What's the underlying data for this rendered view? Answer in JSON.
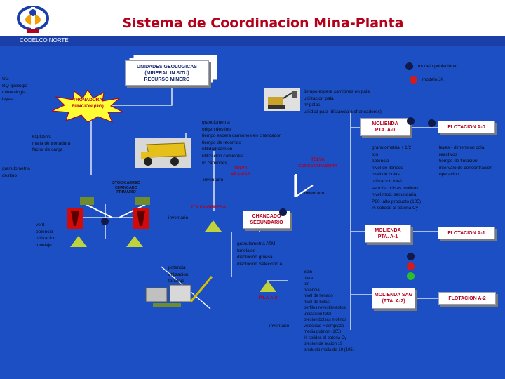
{
  "page": {
    "title": "Sistema de Coordinacion Mina-Planta",
    "org_label": "CODELCO NORTE"
  },
  "colors": {
    "background": "#1c4fc4",
    "topbar": "#1a3fa8",
    "title": "#b3001b",
    "box_border": "#9aa0b8",
    "text": "#0a0a0a",
    "pile": "#c0d33a",
    "dot_navy": "#10194a",
    "dot_red": "#d61a1a",
    "dot_green": "#2bbf2b"
  },
  "legend": {
    "poblacional": "modelo poblacional",
    "jk": "modelo JK"
  },
  "units": {
    "geologicas": "UNIDADES GEOLOGICAS\n(MINERAL IN SITU)\nRECURSO MINERO",
    "tronadura": "TRONADURA\nFUNCION (UG)",
    "molienda_a0": "MOLIENDA\nPTA. A-0",
    "flotacion_a0": "FLOTACION A-0",
    "molienda_a1": "MOLIENDA\nPTA. A-1",
    "flotacion_a1": "FLOTACION A-1",
    "chancado": "CHANCADO\nSECUNDARIO",
    "molienda_sag": "MOLIENDA SAG\n(PTA. A-2)",
    "flotacion_a2": "FLOTACION A-2",
    "tolva_gruesa": "TOLVA GRUESA",
    "tolva_ara": "TOLVA\nARA-UAS",
    "tolva_conc": "TOLVA\nCONCENTRADORA",
    "pila_a2": "PILA A-2",
    "stock_aereo": "STOCK AEREO\nCHANCADO\nPRIMARIO"
  },
  "notes": {
    "ug": "UG\nRQ geologia\nmineralogia\nleyes",
    "explosivo": "explosivo\nmalla de tronadura\nfactor de carga",
    "granulometria": "granulometria\ndestino",
    "pala": "tiempo espera camiones en pala\nutilizacion pala\nnº palas\nutilidad pala (distancia a chancadores)",
    "camion": "granulometria\norigen destino\ntiempo espera camiones en chancador\ntiempo de recorrido\nutilidad camion\nutilizacion camiones\nnº camiones",
    "inventario_1": "inventario",
    "inventario_2": "inventario",
    "inventario_3": "inventario",
    "inventario_4": "inventario",
    "chancado_left": "vent\npotencia\nutilizacion\ntonelaje",
    "granul_atm": "granulometria ATM\ntonelajes\ndisolucion gruesa\ndisolucion Seleccion A",
    "chancado_bottom": "potencia\nutilizacion\ntonelaje",
    "molienda_a0": "granulometria + 1/2\nton\npotencia\nnivel de llenado\nnivel de bolas\nutilizacion total\nsencilla bolsas molinos\nnivel mod. secundaria\nP80 (alto producto (105)\n% solidos al bateria Cy",
    "flotacion_a0": "leyes - dimension cola\nreactivos\ntiempo de flotacion\nintervalo de concentracion\noperacion",
    "sag": "Spin\nplata\nton\npotencia\nnivel de llenado\nnivel de bolas\nperfiles revestimientos\nutilizacion total\npresion bolsas molinos\nvelocidad Reemplazo\nmedia pulmon (105)\n% solidos al bateria Cy\npresion de accion 19\nproducto malla de 19 (105)"
  }
}
